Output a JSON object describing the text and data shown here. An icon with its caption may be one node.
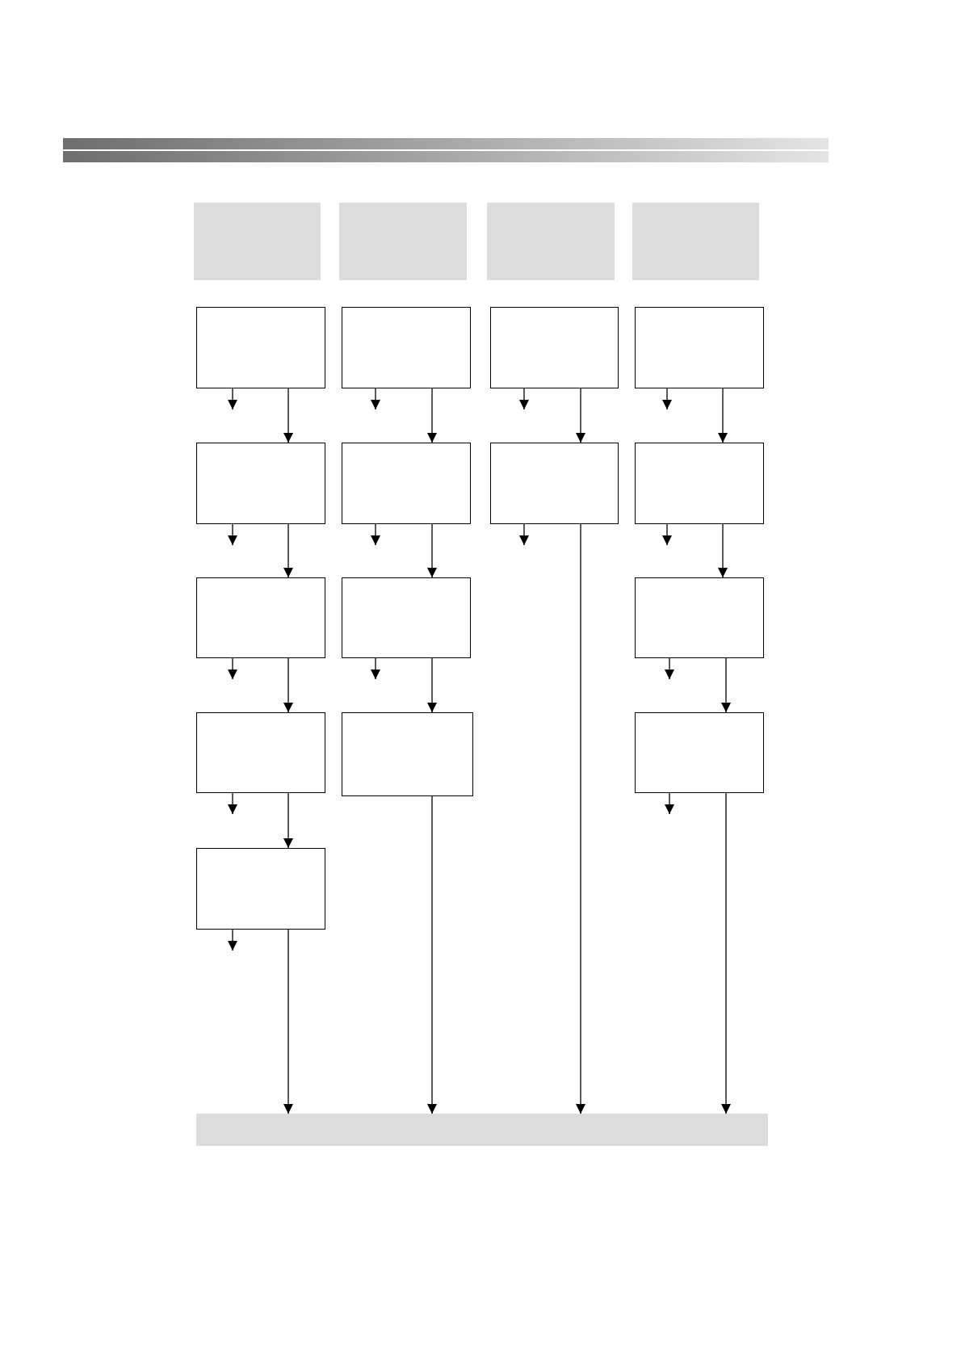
{
  "diagram": {
    "nodes": [
      {
        "text": [],
        "shape": "box"
      },
      {
        "text": [],
        "shape": "box"
      },
      {
        "text": [],
        "shape": "box"
      },
      {
        "text": [],
        "shape": "box"
      },
      {
        "text": [],
        "shape": "box"
      },
      {
        "text": [],
        "shape": "box"
      },
      {
        "text": [],
        "shape": "box"
      },
      {
        "text": [],
        "shape": "box"
      },
      {
        "text": [],
        "shape": "box"
      },
      {
        "text": [],
        "shape": "box"
      },
      {
        "text": [],
        "shape": "box"
      },
      {
        "text": [],
        "shape": "box"
      },
      {
        "text": [],
        "shape": "box"
      },
      {
        "text": [],
        "shape": "box"
      },
      {
        "text": [],
        "shape": "box"
      },
      {
        "text": [],
        "shape": "box"
      },
      {
        "text": [],
        "shape": "box"
      },
      {
        "text": [],
        "shape": "box"
      },
      {
        "text": [],
        "shape": "box"
      },
      {
        "text": [],
        "shape": "bar"
      }
    ],
    "edges": [
      {
        "from": 4,
        "to": 8,
        "arrow": "to"
      },
      {
        "from": 8,
        "to": 12,
        "arrow": "to"
      },
      {
        "from": 12,
        "to": 15,
        "arrow": "to"
      },
      {
        "from": 15,
        "to": 18,
        "arrow": "to"
      },
      {
        "from": 18,
        "to": 19,
        "arrow": "to"
      },
      {
        "from": 5,
        "to": 9,
        "arrow": "to"
      },
      {
        "from": 9,
        "to": 13,
        "arrow": "to"
      },
      {
        "from": 13,
        "to": 16,
        "arrow": "to"
      },
      {
        "from": 16,
        "to": 19,
        "arrow": "to"
      },
      {
        "from": 6,
        "to": 10,
        "arrow": "to"
      },
      {
        "from": 10,
        "to": 19,
        "arrow": "to"
      },
      {
        "from": 7,
        "to": 11,
        "arrow": "to"
      },
      {
        "from": 11,
        "to": 14,
        "arrow": "to"
      },
      {
        "from": 14,
        "to": 17,
        "arrow": "to"
      },
      {
        "from": 17,
        "to": 19,
        "arrow": "to"
      },
      {
        "from": 4,
        "to": null,
        "arrow": "to"
      },
      {
        "from": 5,
        "to": null,
        "arrow": "to"
      },
      {
        "from": 6,
        "to": null,
        "arrow": "to"
      },
      {
        "from": 7,
        "to": null,
        "arrow": "to"
      },
      {
        "from": 8,
        "to": null,
        "arrow": "to"
      },
      {
        "from": 9,
        "to": null,
        "arrow": "to"
      },
      {
        "from": 10,
        "to": null,
        "arrow": "to"
      },
      {
        "from": 11,
        "to": null,
        "arrow": "to"
      },
      {
        "from": 12,
        "to": null,
        "arrow": "to"
      },
      {
        "from": 13,
        "to": null,
        "arrow": "to"
      },
      {
        "from": 14,
        "to": null,
        "arrow": "to"
      },
      {
        "from": 15,
        "to": null,
        "arrow": "to"
      },
      {
        "from": 17,
        "to": null,
        "arrow": "to"
      },
      {
        "from": 18,
        "to": null,
        "arrow": "to"
      }
    ]
  }
}
